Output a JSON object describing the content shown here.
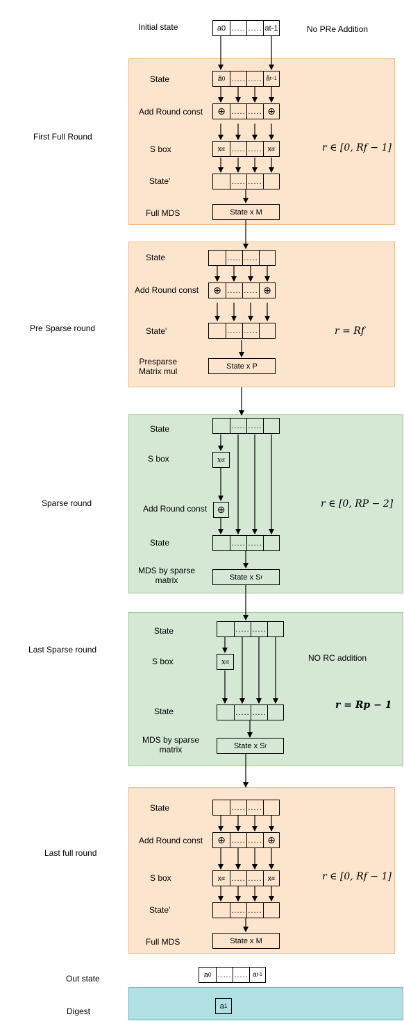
{
  "top": {
    "initial_state": "Initial state",
    "no_pre_addition": "No PRe Addition",
    "cells": [
      "a0",
      ".....",
      ".....",
      "at-1"
    ]
  },
  "first_full": {
    "section": "First Full Round",
    "state": "State",
    "add_rc": "Add Round const",
    "sbox": "S box",
    "state_prime": "State'",
    "full_mds": "Full MDS",
    "mds_box": "State x M",
    "range": "r ∈ [0, Rf − 1]"
  },
  "pre_sparse": {
    "section": "Pre Sparse round",
    "state": "State",
    "add_rc": "Add Round const",
    "state_prime": "State'",
    "presparse": "Presparse\nMatrix mul",
    "presparse_line1": "Presparse",
    "presparse_line2": "Matrix mul",
    "box": "State x P",
    "range": "r = Rf"
  },
  "sparse": {
    "section": "Sparse round",
    "state": "State",
    "sbox": "S box",
    "add_rc": "Add Round const",
    "state2": "State",
    "mds_line1": "MDS by sparse",
    "mds_line2": "matrix",
    "box": "State x Sr",
    "range": "r ∈ [0, RP − 2]"
  },
  "last_sparse": {
    "section": "Last Sparse round",
    "state": "State",
    "sbox": "S box",
    "no_rc": "NO RC addition",
    "state2": "State",
    "mds_line1": "MDS by sparse",
    "mds_line2": "matrix",
    "box": "State x Sr",
    "range": "r = Rp − 1"
  },
  "last_full": {
    "section": "Last full round",
    "state": "State",
    "add_rc": "Add Round const",
    "sbox": "S box",
    "state_prime": "State'",
    "full_mds": "Full MDS",
    "mds_box": "State x M",
    "range": "r ∈ [0, Rf − 1]"
  },
  "bottom": {
    "out_state": "Out state",
    "digest": "Digest",
    "out_cells": [
      "a0",
      ".....",
      ".....",
      "at-1"
    ],
    "digest_cell": "a1"
  },
  "symbols": {
    "dots": ".....",
    "xor": "⊕"
  },
  "colors": {
    "orange_fill": "#fde5cd",
    "orange_border": "#f2bb82",
    "green_fill": "#d4e8d4",
    "green_border": "#9dc896",
    "cyan_fill": "#b1e0e3",
    "cyan_border": "#5db8c2"
  }
}
